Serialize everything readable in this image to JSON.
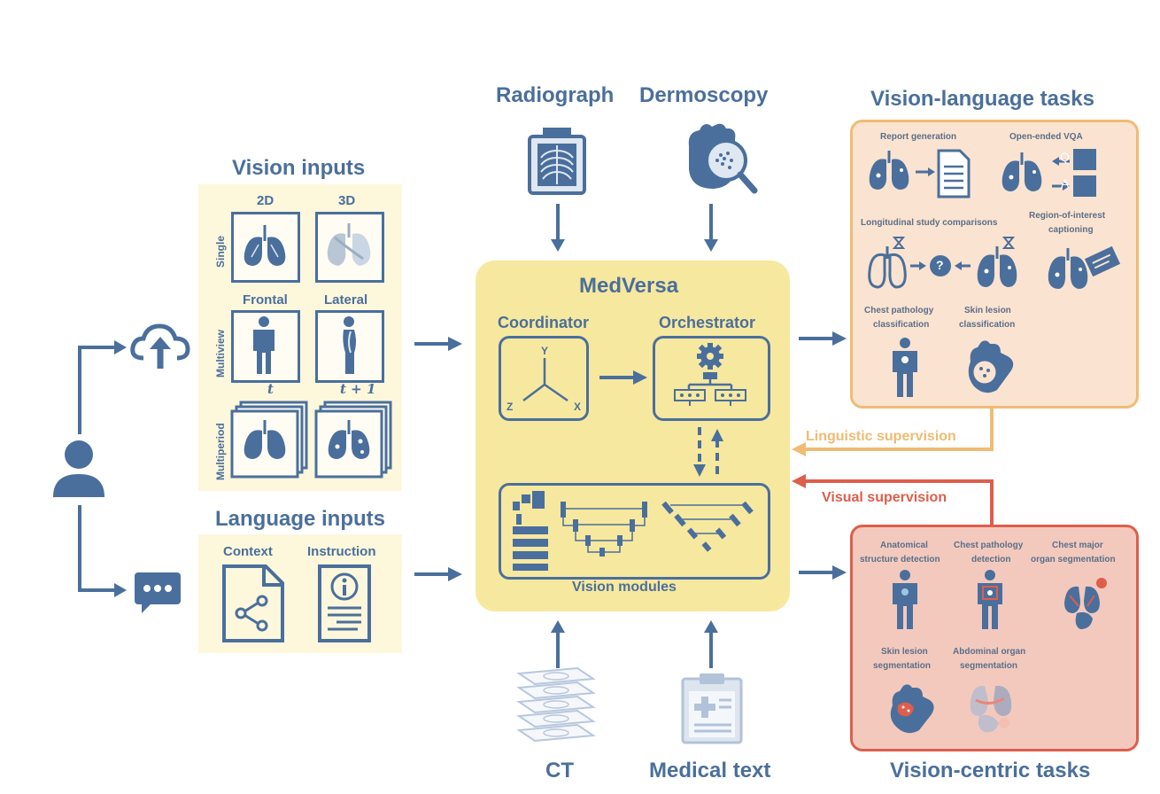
{
  "modalities_top": {
    "radiograph": "Radiograph",
    "dermoscopy": "Dermoscopy"
  },
  "modalities_bottom": {
    "ct": "CT",
    "medical_text": "Medical text"
  },
  "vision_inputs": {
    "title": "Vision inputs",
    "col_2d": "2D",
    "col_3d": "3D",
    "row_single": "Single",
    "frontal": "Frontal",
    "lateral": "Lateral",
    "row_multiview": "Multiview",
    "t": "t",
    "t_plus_1": "t + 1",
    "row_multiperiod": "Multiperiod"
  },
  "language_inputs": {
    "title": "Language inputs",
    "context": "Context",
    "instruction": "Instruction"
  },
  "medversa": {
    "title": "MedVersa",
    "coordinator": "Coordinator",
    "orchestrator": "Orchestrator",
    "vision_modules": "Vision modules",
    "axis_y": "Y",
    "axis_z": "Z",
    "axis_x": "X"
  },
  "vl_tasks": {
    "title": "Vision-language tasks",
    "report_generation": "Report generation",
    "open_vqa": "Open-ended VQA",
    "q": "Q",
    "a": "A",
    "longitudinal": "Longitudinal study comparisons",
    "roi_captioning_1": "Region-of-interest",
    "roi_captioning_2": "captioning",
    "chest_cls_1": "Chest pathology",
    "chest_cls_2": "classification",
    "skin_cls_1": "Skin lesion",
    "skin_cls_2": "classification"
  },
  "vc_tasks": {
    "title": "Vision-centric tasks",
    "anat_1": "Anatomical",
    "anat_2": "structure detection",
    "chest_det_1": "Chest pathology",
    "chest_det_2": "detection",
    "organ_seg_1": "Chest major",
    "organ_seg_2": "organ segmentation",
    "skin_seg_1": "Skin lesion",
    "skin_seg_2": "segmentation",
    "abd_seg_1": "Abdominal organ",
    "abd_seg_2": "segmentation"
  },
  "supervision": {
    "linguistic": "Linguistic supervision",
    "visual": "Visual supervision"
  },
  "colors": {
    "blue": "#4a6f9c",
    "orange": "#f0bb73",
    "red": "#de5e4c",
    "yellow": "#f7e89f"
  }
}
